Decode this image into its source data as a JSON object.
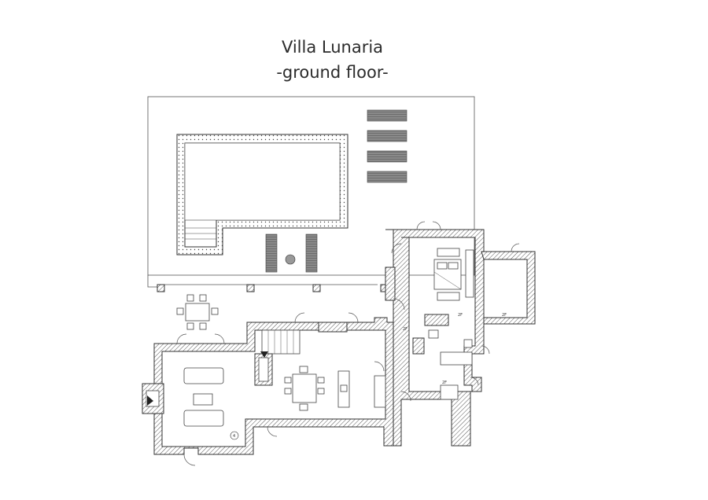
{
  "plan": {
    "title": "Villa Lunaria",
    "subtitle": "-ground floor-"
  },
  "room_labels": {
    "bedroom": "2F",
    "side_room": "2F",
    "bath": "2F",
    "wc": "2F",
    "living": "4"
  }
}
